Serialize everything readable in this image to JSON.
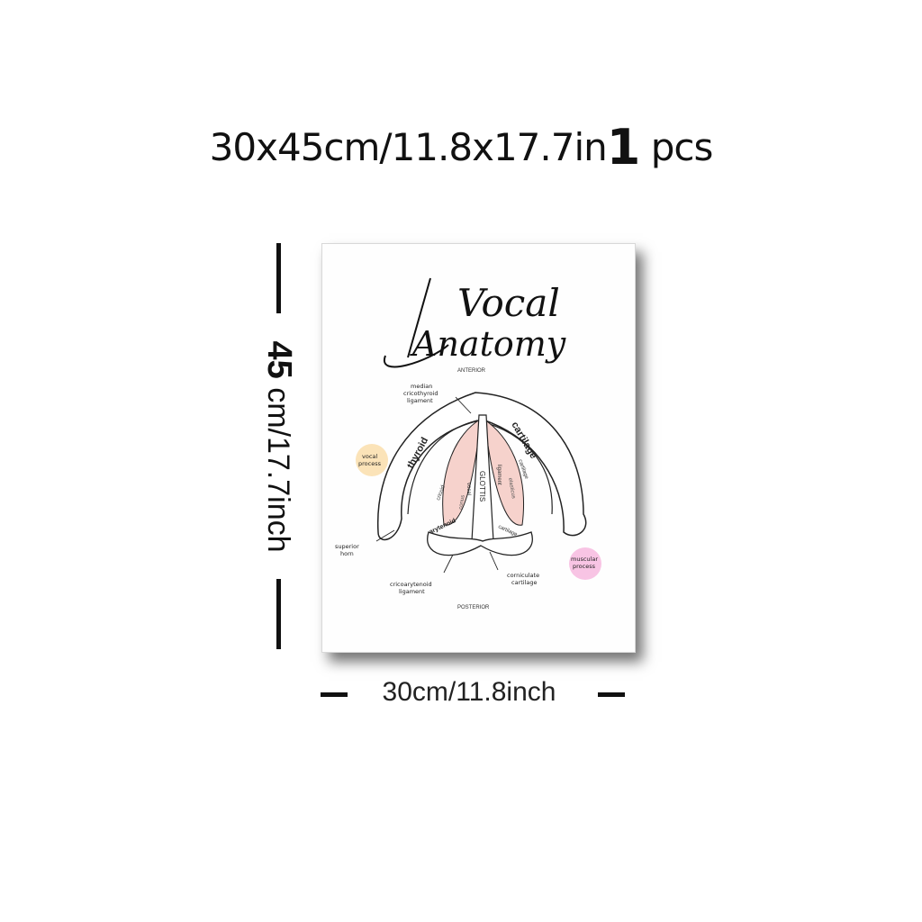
{
  "heading": {
    "size_text": "30x45cm/11.8x17.7in",
    "quantity": "1",
    "unit": "pcs"
  },
  "poster": {
    "title_line1": "Vocal",
    "title_line2": "Anatomy",
    "anterior": "ANTERIOR",
    "posterior": "POSTERIOR",
    "labels": {
      "median_ligament": [
        "median",
        "cricothyroid",
        "ligament"
      ],
      "vocal_process": [
        "vocal",
        "process"
      ],
      "superior_horn": [
        "superior",
        "horn"
      ],
      "cricoarytenoid": [
        "cricoarytenoid",
        "ligament"
      ],
      "corniculate": [
        "corniculate",
        "cartilage"
      ],
      "muscular_process": [
        "muscular",
        "process"
      ],
      "thyroid": "thyroid",
      "cartilage": "cartilage",
      "cricoid": "cricoid",
      "conus": "conus",
      "vocal_lig": "vocal",
      "ligament": "ligament",
      "elasticus": "elasticus",
      "glottis": "GLOTTIS",
      "cartilage_inner": "cartilage",
      "arytenoid": "arytenoid",
      "cartilage_small": "cartilage"
    },
    "colors": {
      "pink_fill": "#f6d2cc",
      "yellow_dot": "#fbe3b8",
      "pink_dot": "#f8c4e4"
    }
  },
  "dimensions": {
    "height_number": "45",
    "height_rest": " cm/17.7inch",
    "width": "30cm/11.8inch"
  }
}
